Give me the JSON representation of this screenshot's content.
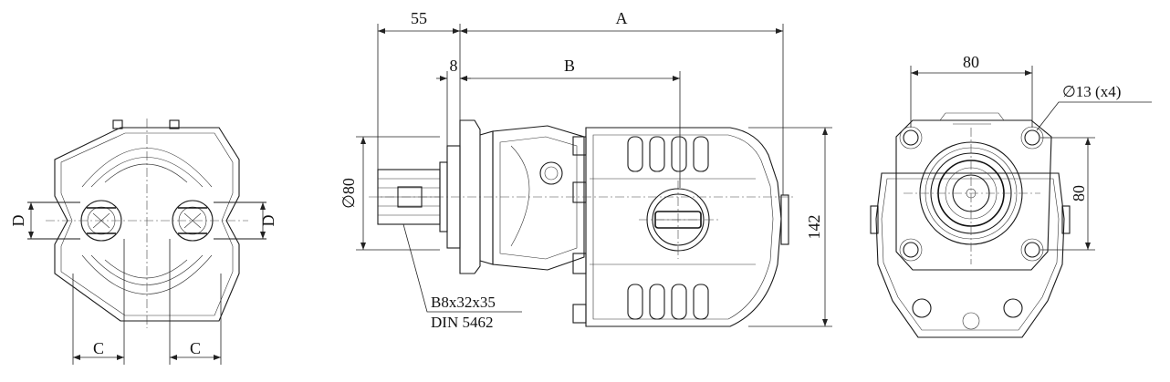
{
  "dimensions": {
    "d_left": "D",
    "d_right": "D",
    "c_left": "C",
    "c_right": "C",
    "len_55": "55",
    "len_A": "A",
    "len_8": "8",
    "len_B": "B",
    "shaft_dia": "∅80",
    "height_142": "142",
    "spline_line1": "B8x32x35",
    "spline_line2": "DIN 5462",
    "flange_80_h": "80",
    "flange_80_v": "80",
    "holes": "∅13 (x4)"
  }
}
